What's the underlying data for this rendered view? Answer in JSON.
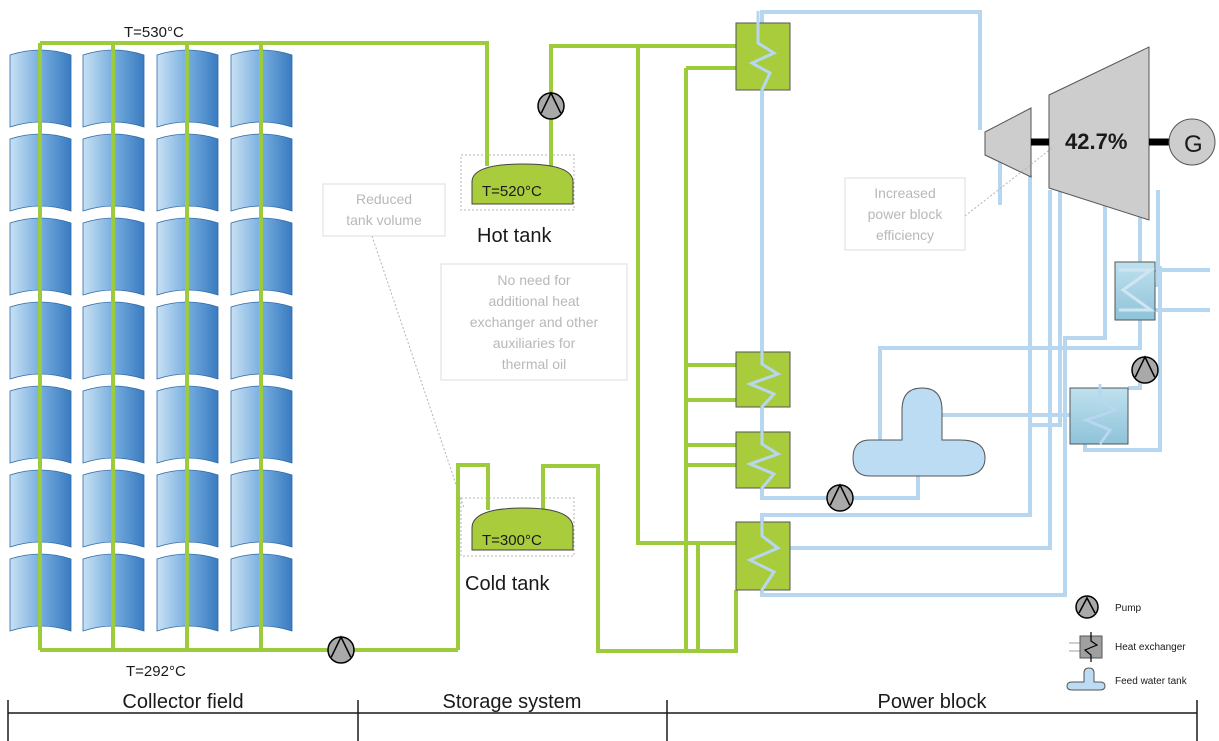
{
  "temperatures": {
    "field_top": "T=530°C",
    "field_bottom": "T=292°C",
    "hot_tank": "T=520°C",
    "cold_tank": "T=300°C"
  },
  "tanks": {
    "hot_label": "Hot tank",
    "cold_label": "Cold tank"
  },
  "notes": {
    "reduced_tank": [
      "Reduced",
      "tank volume"
    ],
    "no_need": [
      "No need for",
      "additional heat",
      "exchanger and other",
      "auxiliaries  for",
      "thermal oil"
    ],
    "efficiency_note": [
      "Increased",
      "power block",
      "efficiency"
    ]
  },
  "turbine": {
    "efficiency": "42.7%",
    "generator": "G"
  },
  "legend": {
    "pump": "Pump",
    "heat_exchanger": "Heat exchanger",
    "feed_water_tank": "Feed water tank"
  },
  "sections": {
    "collector": "Collector field",
    "storage": "Storage system",
    "power": "Power block"
  },
  "colors": {
    "salt_line": "#9ccc3c",
    "water_line": "#b7d7f0",
    "hx_fill": "#a9cc3c",
    "water_hx_fill": "#a3cfe0",
    "mirror_dark": "#3c7fc2",
    "mirror_light": "#c8e1f4",
    "turbine": "#cdcdcd",
    "pump": "#a9a9a9",
    "note_text": "#b8b8b8"
  }
}
